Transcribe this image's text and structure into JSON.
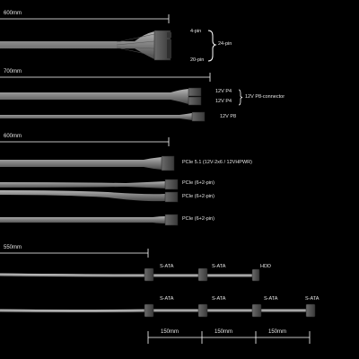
{
  "dimensions": {
    "d600a": "600mm",
    "d700": "700mm",
    "d600b": "600mm",
    "d550": "550mm",
    "d150a": "150mm",
    "d150b": "150mm",
    "d150c": "150mm"
  },
  "atx": {
    "pin4": "4-pin",
    "pin20": "20-pin",
    "pin24": "24-pin"
  },
  "eps": {
    "p4a": "12V P4",
    "p4b": "12V P4",
    "p8conn": "12V P8-connector",
    "p8": "12V P8"
  },
  "pcie": {
    "hp": "PCIe 5.1 (12V-2x6 / 12VHPWR)",
    "a": "PCIe (6+2-pin)",
    "b": "PCIe (6+2-pin)",
    "c": "PCIe (6+2-pin)"
  },
  "sata1": {
    "s1": "S-ATA",
    "s2": "S-ATA",
    "hdd": "HDD"
  },
  "sata2": {
    "s1": "S-ATA",
    "s2": "S-ATA",
    "s3": "S-ATA",
    "s4": "S-ATA"
  },
  "colors": {
    "background": "#000000",
    "cable": "#8a8a8a",
    "line": "#ffffff"
  }
}
